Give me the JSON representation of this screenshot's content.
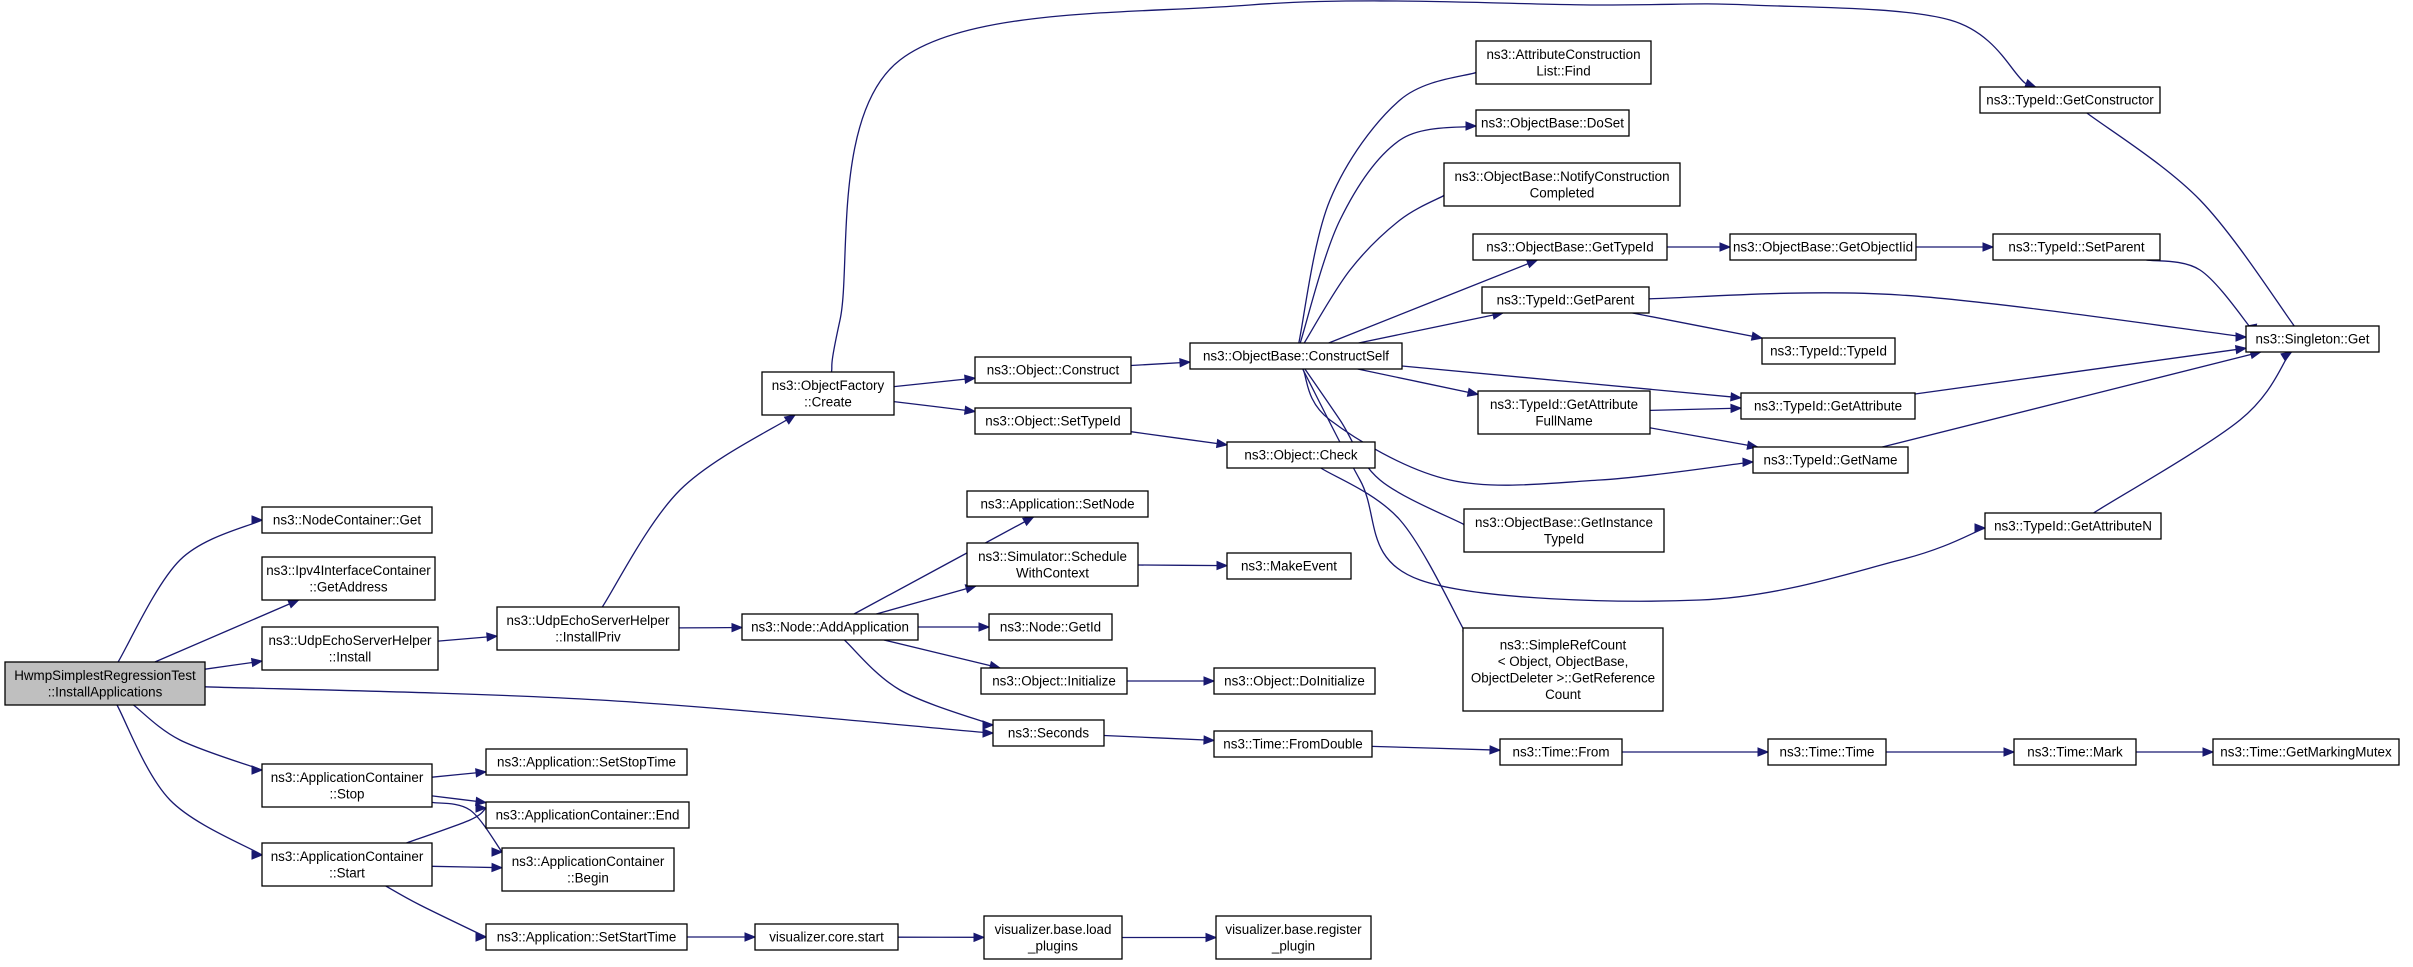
{
  "graph": {
    "nodes": [
      {
        "id": "n0",
        "lines": [
          "HwmpSimplestRegressionTest",
          "::InstallApplications"
        ]
      },
      {
        "id": "n1",
        "lines": [
          "ns3::NodeContainer::Get"
        ]
      },
      {
        "id": "n2",
        "lines": [
          "ns3::Ipv4InterfaceContainer",
          "::GetAddress"
        ]
      },
      {
        "id": "n3",
        "lines": [
          "ns3::UdpEchoServerHelper",
          "::Install"
        ]
      },
      {
        "id": "n4",
        "lines": [
          "ns3::UdpEchoServerHelper",
          "::InstallPriv"
        ]
      },
      {
        "id": "n5",
        "lines": [
          "ns3::ObjectFactory",
          "::Create"
        ]
      },
      {
        "id": "n6",
        "lines": [
          "ns3::Object::Construct"
        ]
      },
      {
        "id": "n7",
        "lines": [
          "ns3::Object::SetTypeId"
        ]
      },
      {
        "id": "n8",
        "lines": [
          "ns3::ObjectBase::ConstructSelf"
        ]
      },
      {
        "id": "n9",
        "lines": [
          "ns3::Object::Check"
        ]
      },
      {
        "id": "n10",
        "lines": [
          "ns3::AttributeConstruction",
          "List::Find"
        ]
      },
      {
        "id": "n11",
        "lines": [
          "ns3::ObjectBase::DoSet"
        ]
      },
      {
        "id": "n12",
        "lines": [
          "ns3::ObjectBase::NotifyConstruction",
          "Completed"
        ]
      },
      {
        "id": "n13",
        "lines": [
          "ns3::ObjectBase::GetTypeId"
        ]
      },
      {
        "id": "n14",
        "lines": [
          "ns3::ObjectBase::GetObjectIid"
        ]
      },
      {
        "id": "n15",
        "lines": [
          "ns3::TypeId::SetParent"
        ]
      },
      {
        "id": "n16",
        "lines": [
          "ns3::TypeId::GetParent"
        ]
      },
      {
        "id": "n17",
        "lines": [
          "ns3::TypeId::TypeId"
        ]
      },
      {
        "id": "n18",
        "lines": [
          "ns3::TypeId::GetAttribute",
          "FullName"
        ]
      },
      {
        "id": "n19",
        "lines": [
          "ns3::TypeId::GetAttribute"
        ]
      },
      {
        "id": "n20",
        "lines": [
          "ns3::TypeId::GetName"
        ]
      },
      {
        "id": "n21",
        "lines": [
          "ns3::ObjectBase::GetInstance",
          "TypeId"
        ]
      },
      {
        "id": "n22",
        "lines": [
          "ns3::TypeId::GetAttributeN"
        ]
      },
      {
        "id": "n23",
        "lines": [
          "ns3::TypeId::GetConstructor"
        ]
      },
      {
        "id": "n24",
        "lines": [
          "ns3::Singleton::Get"
        ]
      },
      {
        "id": "n25",
        "lines": [
          "ns3::SimpleRefCount",
          "< Object, ObjectBase,",
          "ObjectDeleter >::GetReference",
          "Count"
        ]
      },
      {
        "id": "n26",
        "lines": [
          "ns3::Node::AddApplication"
        ]
      },
      {
        "id": "n27",
        "lines": [
          "ns3::Application::SetNode"
        ]
      },
      {
        "id": "n28",
        "lines": [
          "ns3::Simulator::Schedule",
          "WithContext"
        ]
      },
      {
        "id": "n29",
        "lines": [
          "ns3::MakeEvent"
        ]
      },
      {
        "id": "n30",
        "lines": [
          "ns3::Node::GetId"
        ]
      },
      {
        "id": "n31",
        "lines": [
          "ns3::Object::Initialize"
        ]
      },
      {
        "id": "n32",
        "lines": [
          "ns3::Object::DoInitialize"
        ]
      },
      {
        "id": "n33",
        "lines": [
          "ns3::Seconds"
        ]
      },
      {
        "id": "n34",
        "lines": [
          "ns3::Time::FromDouble"
        ]
      },
      {
        "id": "n35",
        "lines": [
          "ns3::Time::From"
        ]
      },
      {
        "id": "n36",
        "lines": [
          "ns3::Time::Time"
        ]
      },
      {
        "id": "n37",
        "lines": [
          "ns3::Time::Mark"
        ]
      },
      {
        "id": "n38",
        "lines": [
          "ns3::Time::GetMarkingMutex"
        ]
      },
      {
        "id": "n39",
        "lines": [
          "ns3::ApplicationContainer",
          "::Stop"
        ]
      },
      {
        "id": "n40",
        "lines": [
          "ns3::Application::SetStopTime"
        ]
      },
      {
        "id": "n41",
        "lines": [
          "ns3::ApplicationContainer::End"
        ]
      },
      {
        "id": "n42",
        "lines": [
          "ns3::ApplicationContainer",
          "::Begin"
        ]
      },
      {
        "id": "n43",
        "lines": [
          "ns3::ApplicationContainer",
          "::Start"
        ]
      },
      {
        "id": "n44",
        "lines": [
          "ns3::Application::SetStartTime"
        ]
      },
      {
        "id": "n45",
        "lines": [
          "visualizer.core.start"
        ]
      },
      {
        "id": "n46",
        "lines": [
          "visualizer.base.load",
          "_plugins"
        ]
      },
      {
        "id": "n47",
        "lines": [
          "visualizer.base.register",
          "_plugin"
        ]
      }
    ],
    "edges": [
      [
        "n0",
        "n1"
      ],
      [
        "n0",
        "n2"
      ],
      [
        "n0",
        "n3"
      ],
      [
        "n0",
        "n33"
      ],
      [
        "n0",
        "n39"
      ],
      [
        "n0",
        "n43"
      ],
      [
        "n3",
        "n4"
      ],
      [
        "n4",
        "n5"
      ],
      [
        "n4",
        "n26"
      ],
      [
        "n5",
        "n23"
      ],
      [
        "n5",
        "n6"
      ],
      [
        "n5",
        "n7"
      ],
      [
        "n6",
        "n8"
      ],
      [
        "n7",
        "n9"
      ],
      [
        "n8",
        "n10"
      ],
      [
        "n8",
        "n11"
      ],
      [
        "n8",
        "n12"
      ],
      [
        "n8",
        "n13"
      ],
      [
        "n8",
        "n16"
      ],
      [
        "n8",
        "n18"
      ],
      [
        "n8",
        "n19"
      ],
      [
        "n8",
        "n20"
      ],
      [
        "n8",
        "n21"
      ],
      [
        "n8",
        "n22"
      ],
      [
        "n9",
        "n25"
      ],
      [
        "n13",
        "n14"
      ],
      [
        "n14",
        "n15"
      ],
      [
        "n15",
        "n24"
      ],
      [
        "n16",
        "n17"
      ],
      [
        "n16",
        "n24"
      ],
      [
        "n18",
        "n19"
      ],
      [
        "n18",
        "n20"
      ],
      [
        "n19",
        "n24"
      ],
      [
        "n20",
        "n24"
      ],
      [
        "n22",
        "n24"
      ],
      [
        "n23",
        "n24"
      ],
      [
        "n26",
        "n27"
      ],
      [
        "n26",
        "n28"
      ],
      [
        "n26",
        "n30"
      ],
      [
        "n26",
        "n31"
      ],
      [
        "n26",
        "n33"
      ],
      [
        "n28",
        "n29"
      ],
      [
        "n31",
        "n32"
      ],
      [
        "n33",
        "n34"
      ],
      [
        "n34",
        "n35"
      ],
      [
        "n35",
        "n36"
      ],
      [
        "n36",
        "n37"
      ],
      [
        "n37",
        "n38"
      ],
      [
        "n39",
        "n40"
      ],
      [
        "n39",
        "n41"
      ],
      [
        "n39",
        "n42"
      ],
      [
        "n43",
        "n41"
      ],
      [
        "n43",
        "n42"
      ],
      [
        "n43",
        "n44"
      ],
      [
        "n44",
        "n45"
      ],
      [
        "n45",
        "n46"
      ],
      [
        "n46",
        "n47"
      ]
    ]
  }
}
